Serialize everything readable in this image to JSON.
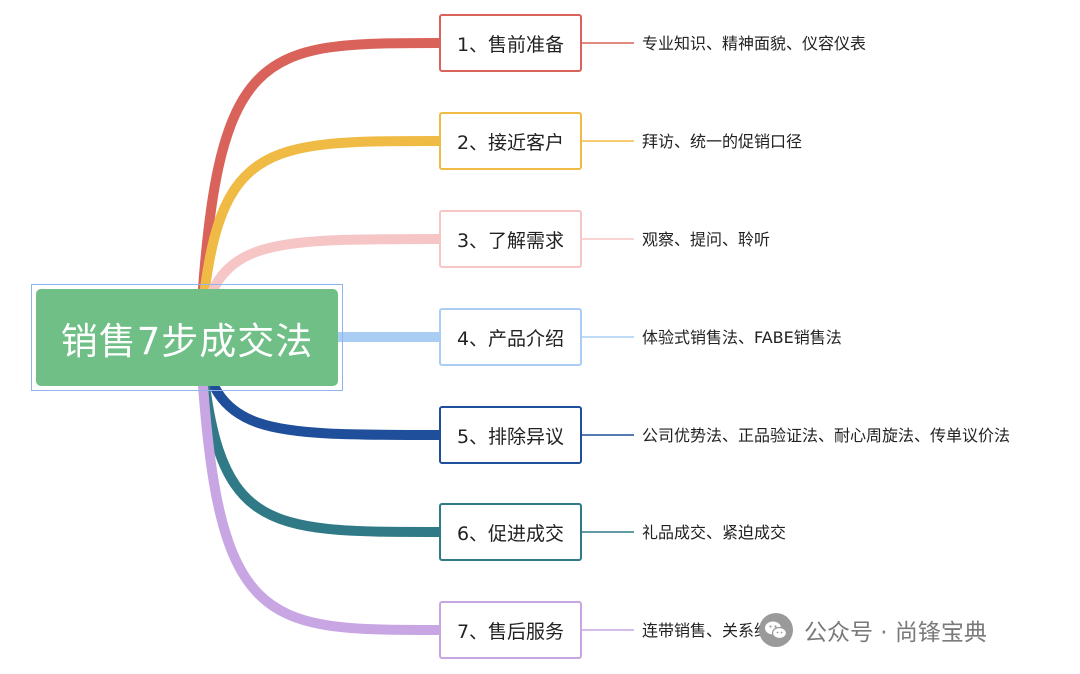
{
  "root": {
    "label": "销售7步成交法"
  },
  "steps": [
    {
      "label": "1、售前准备",
      "detail": "专业知识、精神面貌、仪容仪表",
      "color": "#d9625a"
    },
    {
      "label": "2、接近客户",
      "detail": "拜访、统一的促销口径",
      "color": "#f0bb45"
    },
    {
      "label": "3、了解需求",
      "detail": "观察、提问、聆听",
      "color": "#f6c6c6"
    },
    {
      "label": "4、产品介绍",
      "detail": "体验式销售法、FABE销售法",
      "color": "#a9cdf3"
    },
    {
      "label": "5、排除异议",
      "detail": "公司优势法、正品验证法、耐心周旋法、传单议价法",
      "color": "#1f4e9a"
    },
    {
      "label": "6、促进成交",
      "detail": "礼品成交、紧迫成交",
      "color": "#2f7a86"
    },
    {
      "label": "7、售后服务",
      "detail": "连带销售、关系维护",
      "color": "#c8a6e4"
    }
  ],
  "watermark": {
    "text": "公众号 · 尚锋宝典",
    "icon": "wechat-icon"
  }
}
